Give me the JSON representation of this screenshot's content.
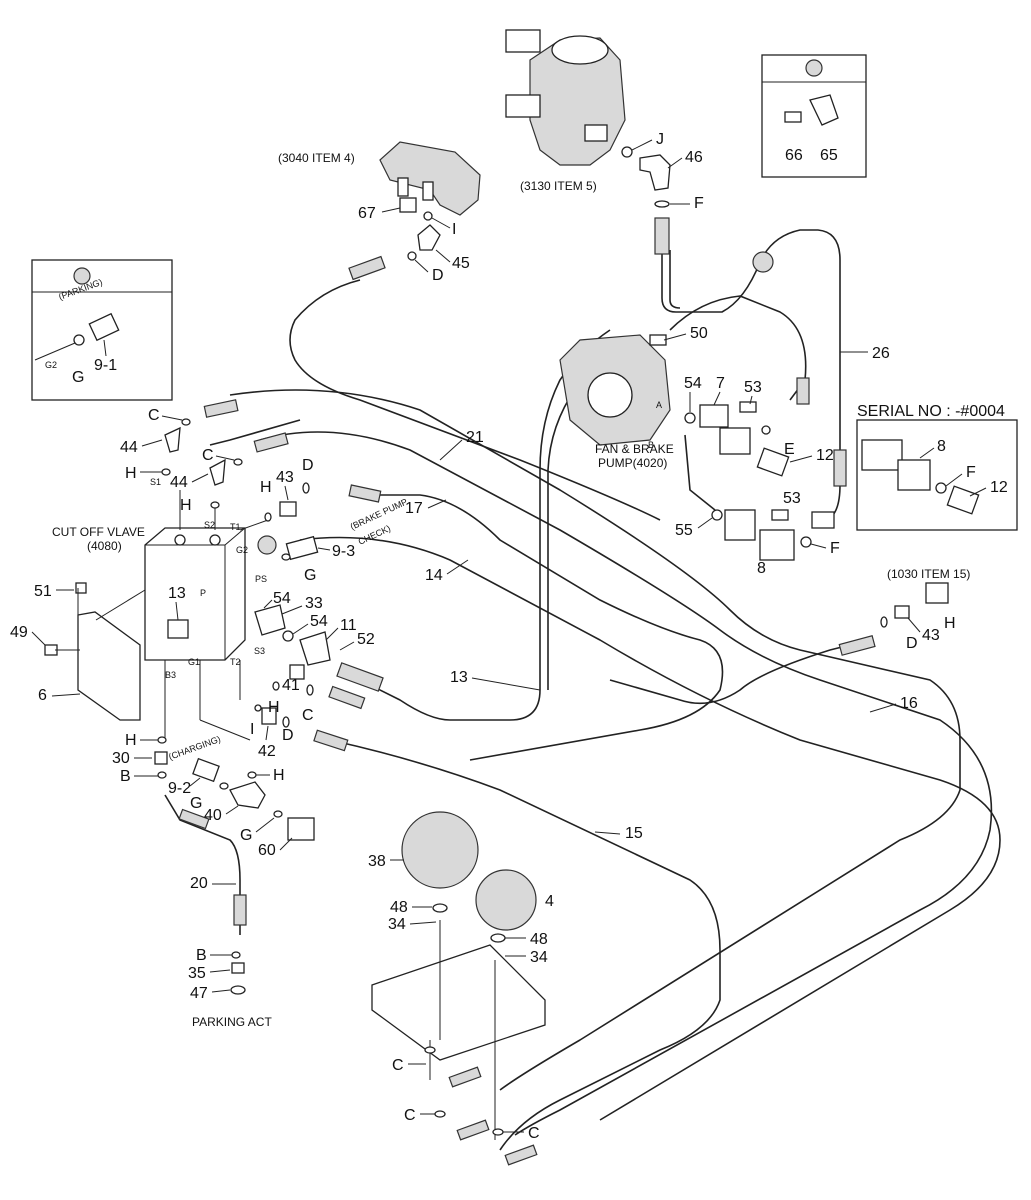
{
  "labels": {
    "item_3040": "(3040 ITEM 4)",
    "item_3130": "(3130 ITEM 5)",
    "item_1030": "(1030 ITEM 15)",
    "cut_off_valve_1": "CUT OFF VLAVE",
    "cut_off_valve_2": "(4080)",
    "fan_brake_1": "FAN & BRAKE",
    "fan_brake_2": "PUMP(4020)",
    "serial": "SERIAL NO : -#0004",
    "parking": "(PARKING)",
    "brake_pump_1": "(BRAKE PUMP",
    "brake_pump_2": "CHECK)",
    "charging": "(CHARGING)",
    "parking_act": "PARKING ACT",
    "port_s1": "S1",
    "port_s2": "S2",
    "port_t1": "T1",
    "port_t2": "T2",
    "port_g1": "G1",
    "port_g2": "G2",
    "port_g2b": "G2",
    "port_ps": "PS",
    "port_p": "P",
    "port_s3": "S3",
    "port_b3": "B3",
    "port_a": "A",
    "port_b": "B"
  },
  "callouts": {
    "n26": "26",
    "n21": "21",
    "n17": "17",
    "n14": "14",
    "n13": "13",
    "n15": "15",
    "n16": "16",
    "n20": "20",
    "n38": "38",
    "n4": "4",
    "n48a": "48",
    "n48b": "48",
    "n34a": "34",
    "n34b": "34",
    "n66": "66",
    "n65": "65",
    "n46": "46",
    "n67": "67",
    "n45": "45",
    "n50": "50",
    "n54a": "54",
    "n7a": "7",
    "n53a": "53",
    "n12a": "12",
    "n55": "55",
    "n53b": "53",
    "n8a": "8",
    "n8b": "8",
    "n12b": "12",
    "n44a": "44",
    "n44b": "44",
    "n43a": "43",
    "n43b": "43",
    "n91": "9-1",
    "n93": "9-3",
    "n92": "9-2",
    "n51": "51",
    "n49": "49",
    "n6": "6",
    "n13b": "13",
    "n54b": "54",
    "n54c": "54",
    "n33": "33",
    "n11": "11",
    "n52": "52",
    "n41": "41",
    "n42": "42",
    "n30": "30",
    "n40": "40",
    "n60": "60",
    "n35": "35",
    "n47": "47",
    "lJ": "J",
    "lF1": "F",
    "lF2": "F",
    "lF3": "F",
    "lI1": "I",
    "lI2": "I",
    "lD1": "D",
    "lD2": "D",
    "lD3": "D",
    "lD4": "D",
    "lC1": "C",
    "lC2": "C",
    "lC3": "C",
    "lC4": "C",
    "lC5": "C",
    "lC6": "C",
    "lH1": "H",
    "lH2": "H",
    "lH3": "H",
    "lH4": "H",
    "lH5": "H",
    "lH6": "H",
    "lG1": "G",
    "lG2": "G",
    "lG3": "G",
    "lG4": "G",
    "lE": "E",
    "lB1": "B",
    "lB2": "B"
  }
}
